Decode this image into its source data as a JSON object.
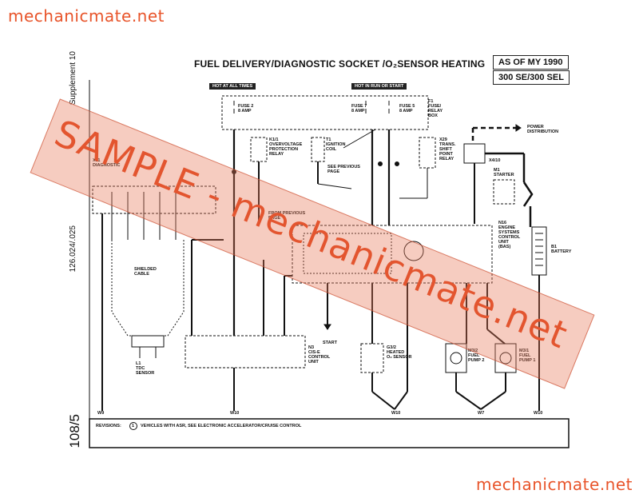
{
  "brand": {
    "top_left": "mechanicmate.net",
    "bottom_right": "mechanicmate.net"
  },
  "header": {
    "title": "FUEL DELIVERY/DIAGNOSTIC SOCKET /O₂SENSOR HEATING",
    "as_of": "AS OF MY 1990",
    "model": "300 SE/300 SEL"
  },
  "side": {
    "supplement": "Supplement 10",
    "part_no": "126.024/.025",
    "page": "108/5"
  },
  "bars": {
    "hot_at_all_times": "HOT AT ALL TIMES",
    "hot_in_run": "HOT IN RUN OR START"
  },
  "components": {
    "f1": [
      "F1",
      "FUSE/",
      "RELAY",
      "BOX"
    ],
    "fuse2": [
      "FUSE 2",
      "8 AMP"
    ],
    "fuse7": [
      "FUSE 7",
      "8 AMP"
    ],
    "fuse5": [
      "FUSE 5",
      "8 AMP"
    ],
    "k1": [
      "K1/1",
      "OVERVOLTAGE",
      "PROTECTION",
      "RELAY"
    ],
    "t1": [
      "T1",
      "IGNITION",
      "COIL"
    ],
    "x29": [
      "X29",
      "TRANS.",
      "SHIFT",
      "POINT",
      "RELAY"
    ],
    "power": [
      "POWER",
      "DISTRIBUTION"
    ],
    "m1": [
      "M1",
      "STARTER"
    ],
    "x4": "X4/10",
    "n16": [
      "N16",
      "ENGINE",
      "SYSTEMS",
      "CONTROL",
      "UNIT",
      "(BAS)"
    ],
    "b1": [
      "B1",
      "BATTERY"
    ],
    "x11": [
      "X11",
      "DIAGNOSTIC"
    ],
    "l1": [
      "L1",
      "TDC",
      "SENSOR"
    ],
    "shielded": [
      "SHIELDED",
      "CABLE"
    ],
    "n3": [
      "N3",
      "CIS-E",
      "CONTROL",
      "UNIT"
    ],
    "g3": [
      "G3/2",
      "HEATED",
      "O₂ SENSOR"
    ],
    "m3a": [
      "M3/2",
      "FUEL",
      "PUMP 2"
    ],
    "m3b": [
      "M3/1",
      "FUEL",
      "PUMP 1"
    ],
    "from_prev": [
      "FROM PREVIOUS",
      "PAGE"
    ],
    "see_prev": [
      "SEE PREVIOUS",
      "PAGE"
    ],
    "start": "START"
  },
  "grounds": [
    "W9",
    "W10",
    "W10",
    "W7",
    "W10"
  ],
  "revisions": {
    "label": "REVISIONS:",
    "note_no": "1",
    "note": "VEHICLES WITH ASR, SEE ELECTRONIC ACCELERATOR/CRUISE CONTROL"
  },
  "watermark": "SAMPLE - mechanicmate.net"
}
